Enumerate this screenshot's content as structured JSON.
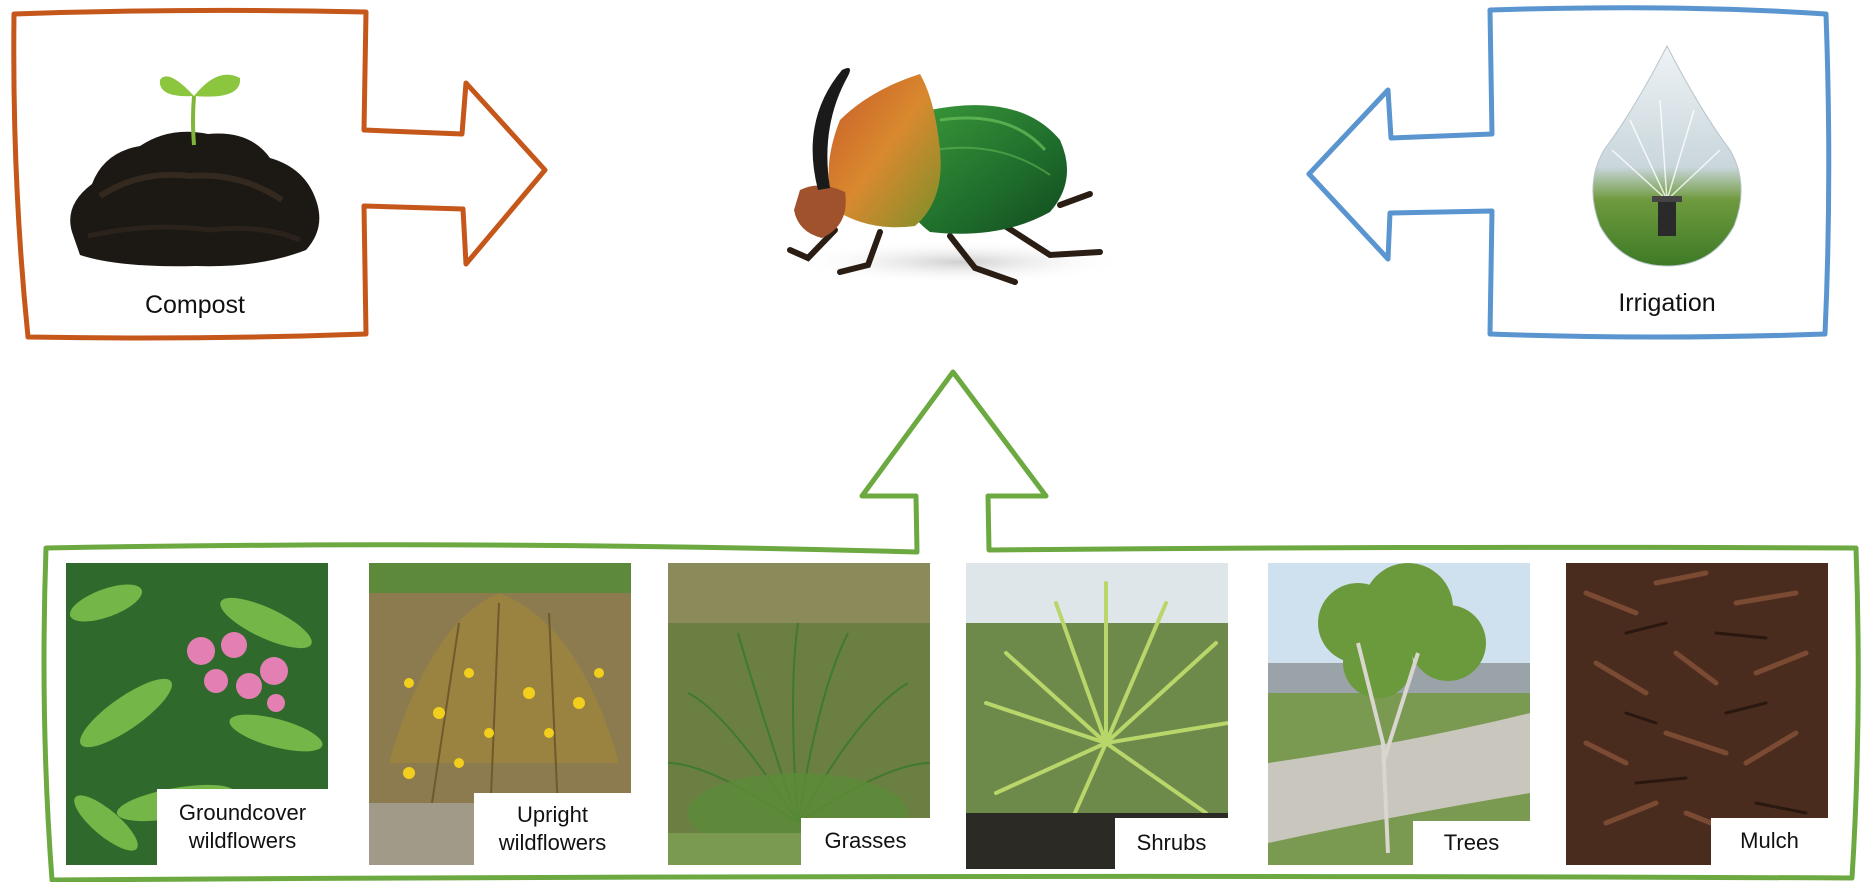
{
  "colors": {
    "compost": "#C5571A",
    "irrigation": "#5A95CF",
    "plants": "#6CA941"
  },
  "sources": {
    "compost_label": "Compost",
    "irrigation_label": "Irrigation"
  },
  "center": {
    "icon": "beetle-icon"
  },
  "plants": [
    {
      "line1": "Groundcover",
      "line2": "wildflowers",
      "icon": "pink-flower-photo"
    },
    {
      "line1": "Upright",
      "line2": "wildflowers",
      "icon": "yellow-flower-photo"
    },
    {
      "line1": "Grasses",
      "line2": "",
      "icon": "grass-photo"
    },
    {
      "line1": "Shrubs",
      "line2": "",
      "icon": "palm-shrub-photo"
    },
    {
      "line1": "Trees",
      "line2": "",
      "icon": "tree-photo"
    },
    {
      "line1": "Mulch",
      "line2": "",
      "icon": "mulch-photo"
    }
  ]
}
